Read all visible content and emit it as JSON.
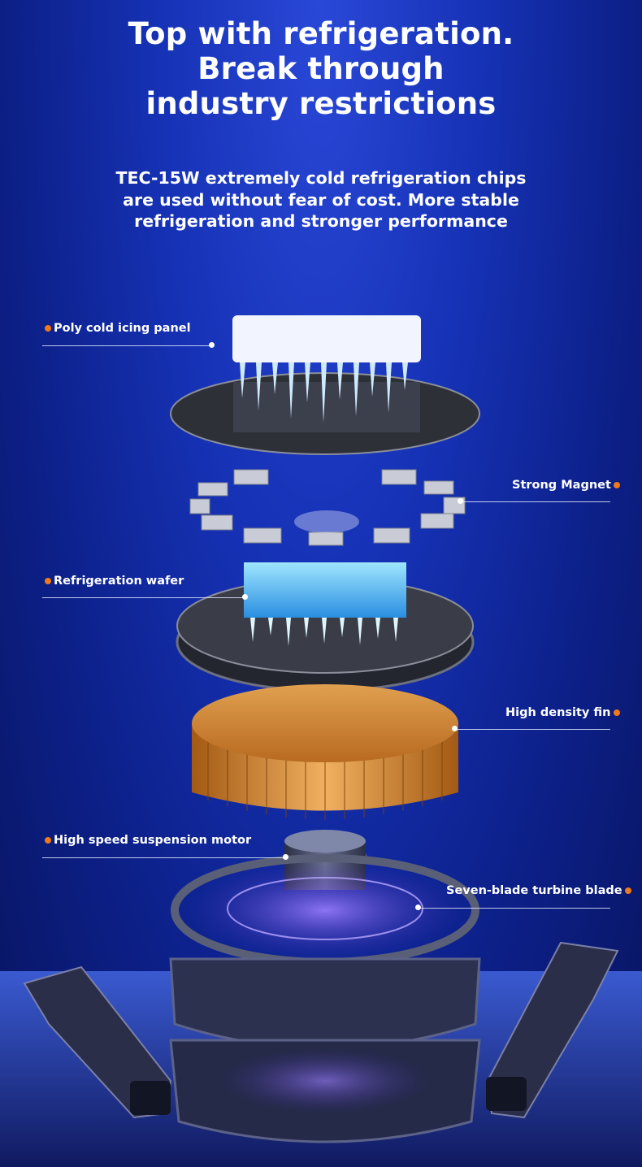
{
  "headline": {
    "line1": "Top with refrigeration.",
    "line2": "Break through",
    "line3": "industry restrictions"
  },
  "subheadline": {
    "line1": "TEC-15W extremely cold refrigeration chips",
    "line2": "are used without fear of cost. More stable",
    "line3": "refrigeration and stronger performance"
  },
  "callouts": {
    "poly_cold_icing_panel": "Poly cold icing panel",
    "strong_magnet": "Strong Magnet",
    "refrigeration_wafer": "Refrigeration wafer",
    "high_density_fin": "High density fin",
    "high_speed_suspension_motor": "High speed suspension motor",
    "seven_blade_turbine_blade": "Seven-blade turbine blade"
  },
  "colors": {
    "background": "#1632b6",
    "accent_dot": "#f07a1a",
    "text": "#ffffff"
  }
}
